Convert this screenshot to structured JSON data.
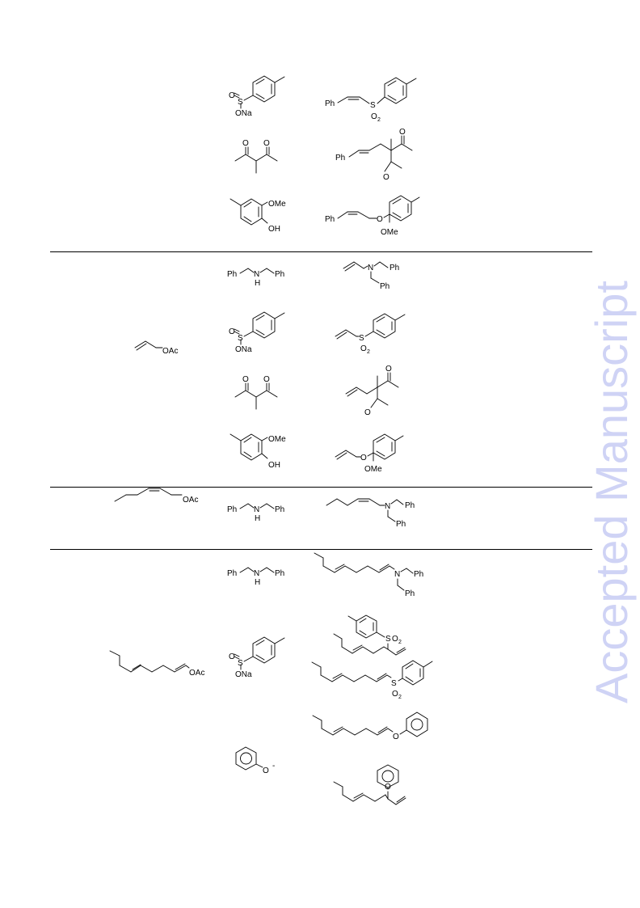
{
  "watermark": "Accepted Manuscript",
  "labels": {
    "ph": "Ph",
    "n": "N",
    "h": "H",
    "o": "O",
    "s": "S",
    "ona": "ONa",
    "ome": "OMe",
    "oh": "OH",
    "oac": "OAc",
    "o2": "O",
    "two": "2",
    "o_minus": "O",
    "minus": "-"
  },
  "colors": {
    "watermark": "#cfd3f5",
    "ink": "#000000"
  }
}
